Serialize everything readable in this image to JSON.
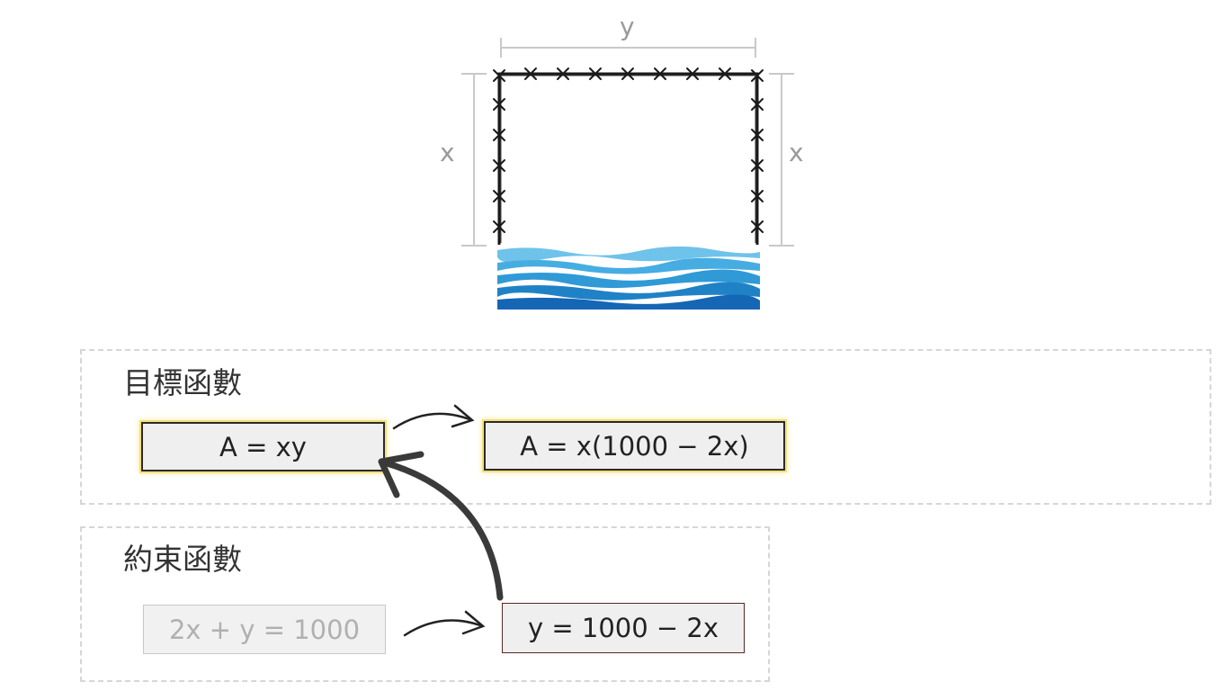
{
  "diagram": {
    "labels": {
      "top_side": "y",
      "left_side": "x",
      "right_side": "x"
    }
  },
  "objective": {
    "title": "目標函數",
    "eq_original": "A = xy",
    "eq_substituted": "A = x(1000 − 2x)"
  },
  "constraint": {
    "title": "約束函數",
    "eq_original": "2x + y = 1000",
    "eq_solved": "y = 1000 − 2x"
  },
  "colors": {
    "water_light": "#6fc3ea",
    "water_mid": "#2f9ad6",
    "water_dark": "#1566b5",
    "highlight": "#f3e07a",
    "dim_line": "#c9c9c9"
  }
}
